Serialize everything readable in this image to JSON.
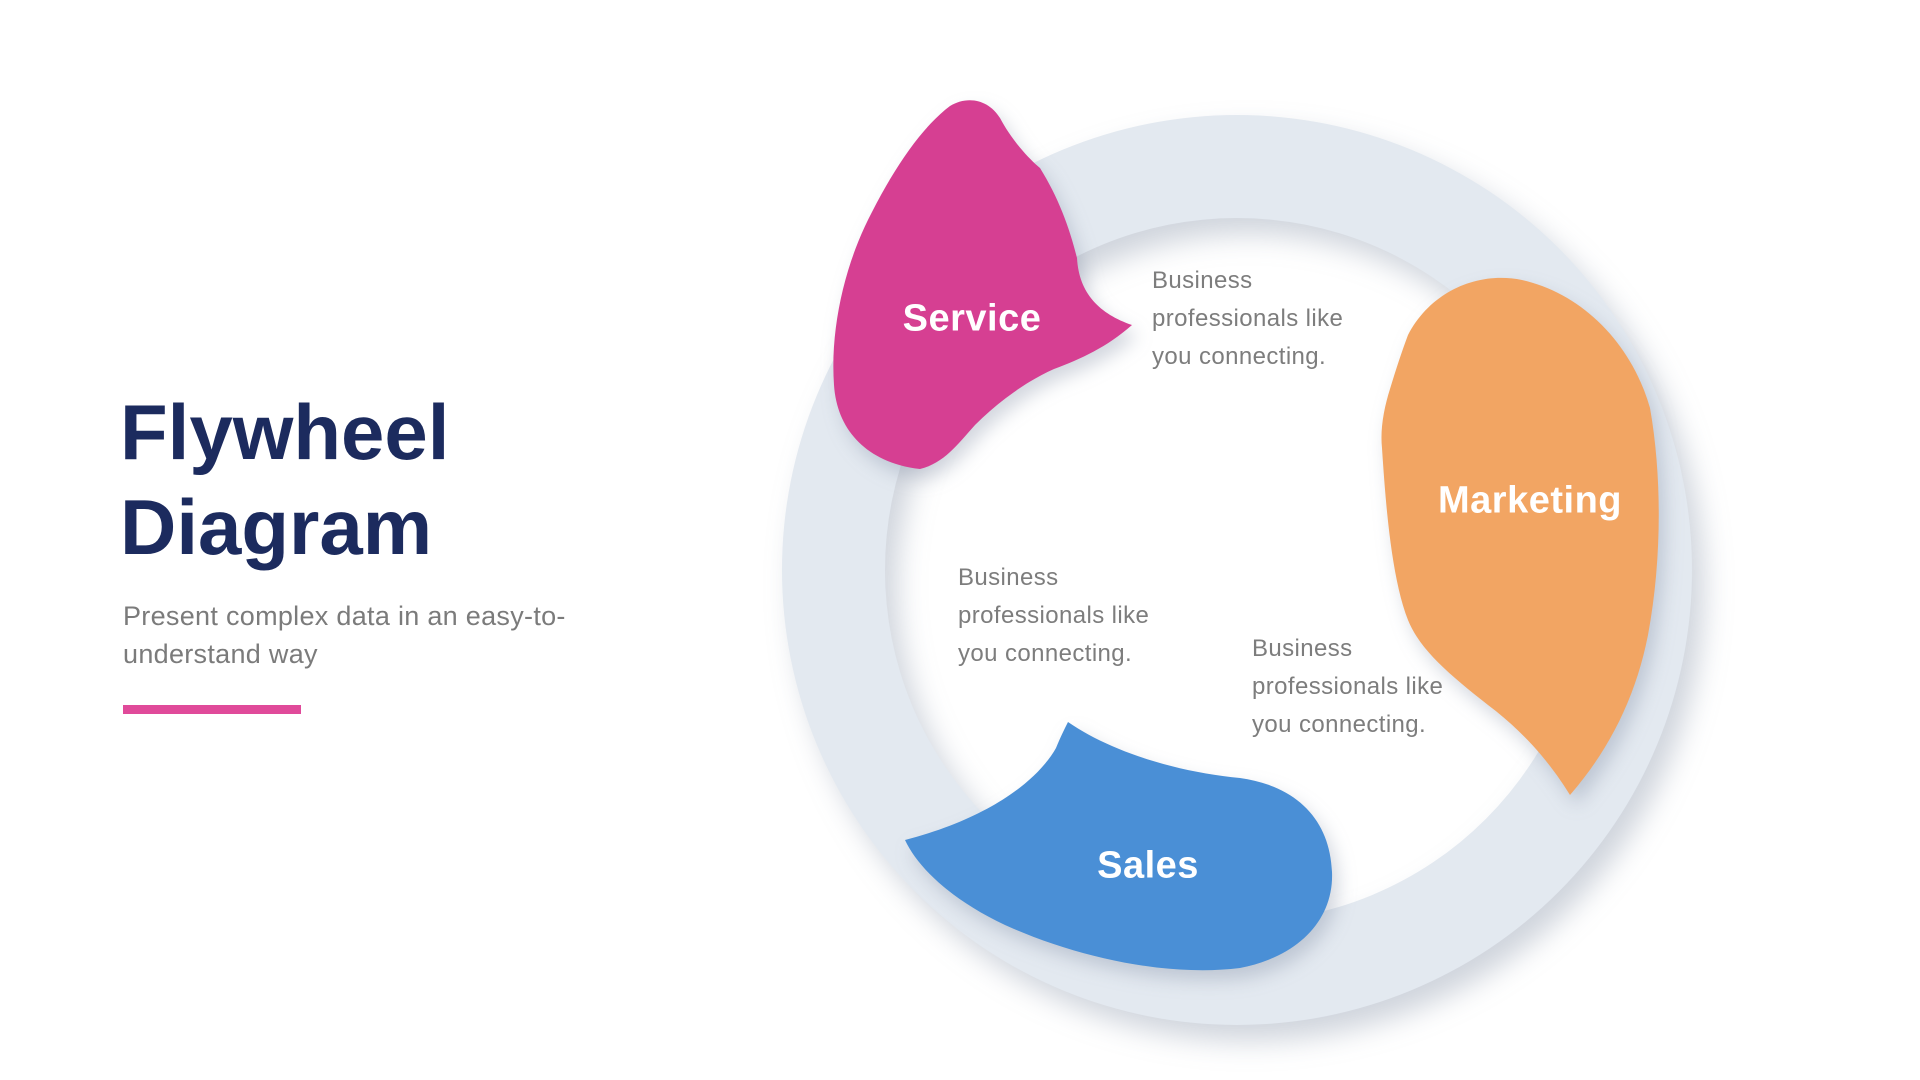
{
  "slide": {
    "background": "#ffffff",
    "title": "Flywheel Diagram",
    "title_line1": "Flywheel",
    "title_line2": "Diagram",
    "title_color": "#1c2b5e",
    "subtitle": "Present complex data in an easy-to-understand way",
    "accent_color": "#e04a9a"
  },
  "flywheel": {
    "ring_color": "#e3e9f0",
    "description_lines": [
      "Business",
      "professionals like",
      "you connecting."
    ],
    "segments": [
      {
        "id": "service",
        "label": "Service",
        "color": "#d63f92"
      },
      {
        "id": "marketing",
        "label": "Marketing",
        "color": "#f2a563"
      },
      {
        "id": "sales",
        "label": "Sales",
        "color": "#4a8fd6"
      }
    ]
  }
}
